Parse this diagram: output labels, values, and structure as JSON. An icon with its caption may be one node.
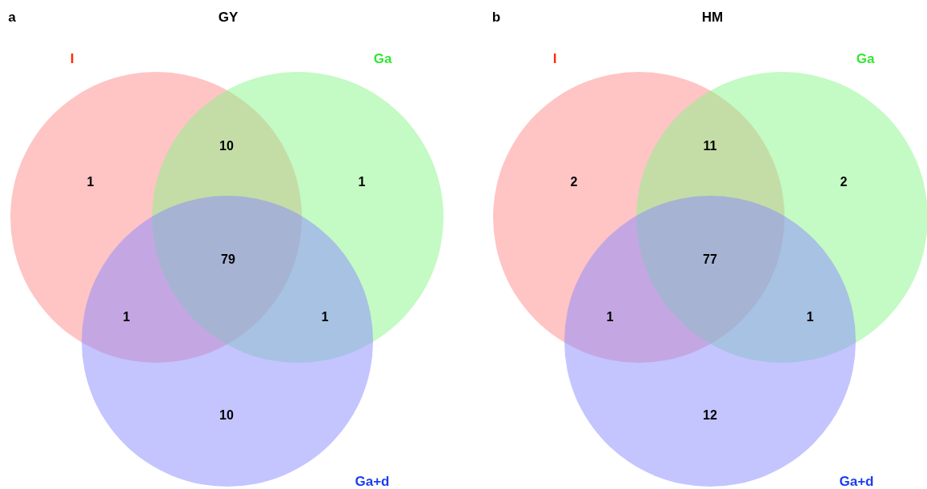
{
  "diagram": {
    "nodes": [
      {
        "text": [
          "I"
        ]
      },
      {
        "text": [
          "Ga"
        ]
      },
      {
        "text": [
          "Ga+d"
        ]
      },
      {
        "text": [
          "I"
        ]
      },
      {
        "text": [
          "Ga"
        ]
      },
      {
        "text": [
          "Ga+d"
        ]
      }
    ],
    "edges": [],
    "labels": [
      "a",
      "GY",
      "10",
      "1",
      "1",
      "79",
      "1",
      "1",
      "10",
      "b",
      "HM",
      "11",
      "2",
      "2",
      "77",
      "1",
      "1",
      "12"
    ]
  }
}
